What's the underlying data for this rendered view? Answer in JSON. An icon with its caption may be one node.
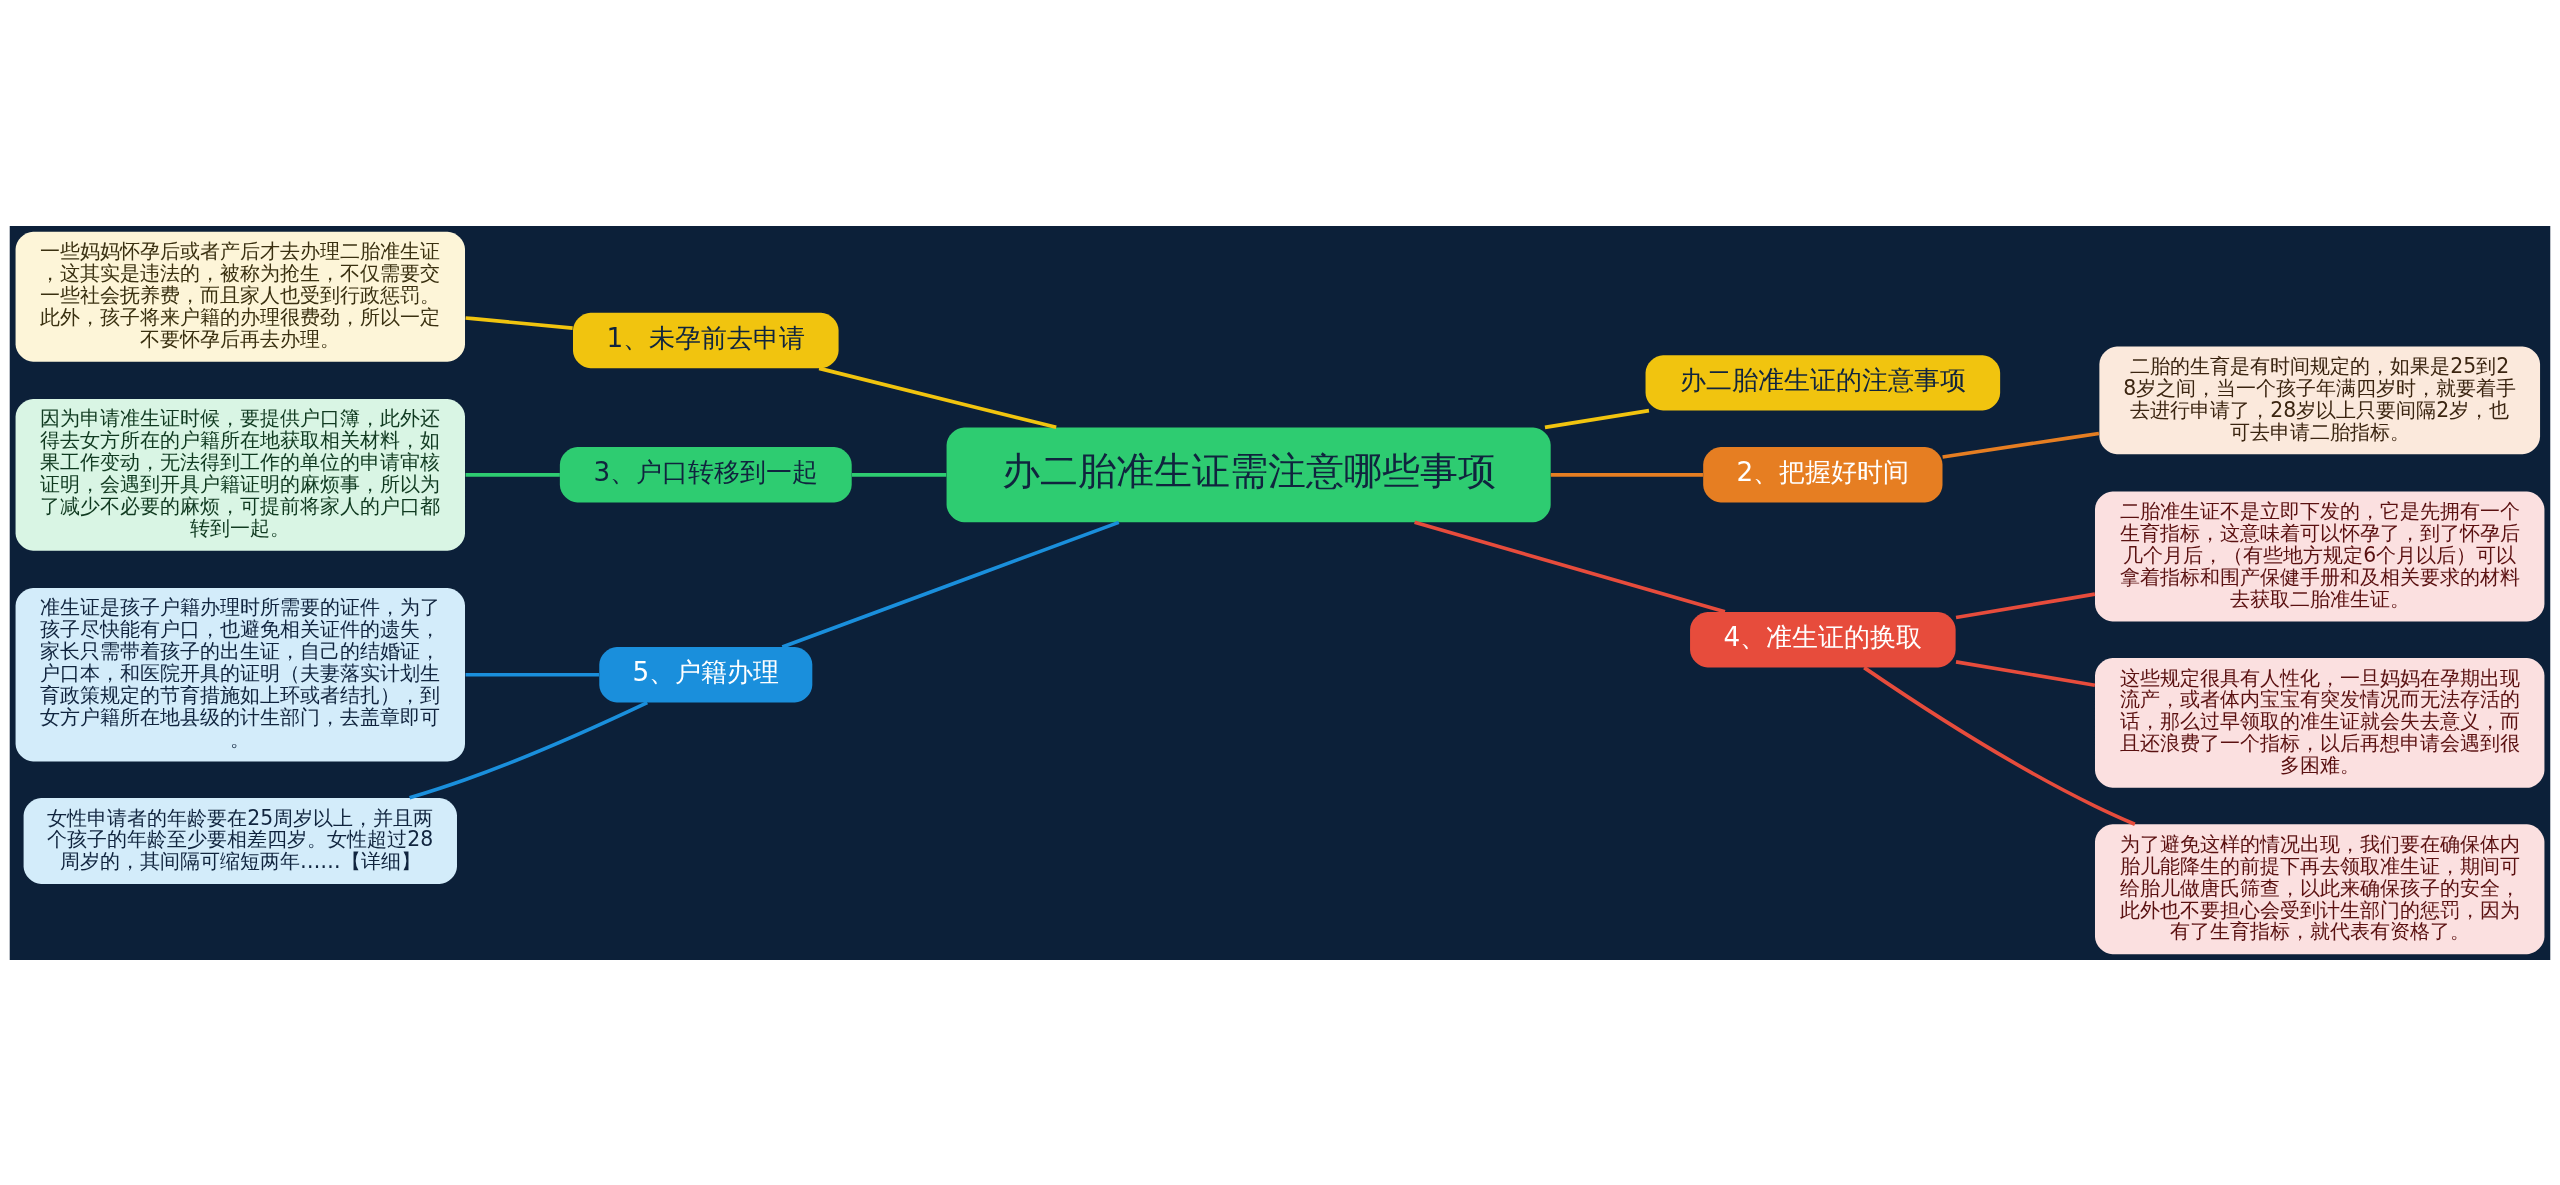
{
  "diagram": {
    "nodes": [
      {
        "text": [
          "办二胎准生证需注意哪些事项"
        ]
      },
      {
        "text": [
          "办二胎准生证的注意事项"
        ]
      },
      {
        "text": [
          "2、把握好时间"
        ]
      },
      {
        "text": [
          "二胎的生育是有时间规定的，如果是25到28岁之间，当一个孩子年满四岁时，就要着手去进行申请了，28岁以上只要间隔2岁，也可去申请二胎指标。"
        ]
      },
      {
        "text": [
          "4、准生证的换取"
        ]
      },
      {
        "text": [
          "二胎准生证不是立即下发的，它是先拥有一个生育指标，这意味着可以怀孕了，到了怀孕后几个月后，（有些地方规定6个月以后）可以拿着指标和围产保健手册和及相关要求的材料去获取二胎准生证。"
        ]
      },
      {
        "text": [
          "这些规定很具有人性化，一旦妈妈在孕期出现流产，或者体内宝宝有突发情况而无法存活的话，那么过早领取的准生证就会失去意义，而且还浪费了一个指标，以后再想申请会遇到很多困难。"
        ]
      },
      {
        "text": [
          "为了避免这样的情况出现，我们要在确保体内胎儿能降生的前提下再去领取准生证，期间可给胎儿做唐氏筛查，以此来确保孩子的安全，此外也不要担心会受到计生部门的惩罚，因为有了生育指标，就代表有资格了。"
        ]
      },
      {
        "text": [
          "1、未孕前去申请"
        ]
      },
      {
        "text": [
          "一些妈妈怀孕后或者产后才去办理二胎准生证，这其实是违法的，被称为抢生，不仅需要交一些社会抚养费，而且家人也受到行政惩罚。此外，孩子将来户籍的办理很费劲，所以一定不要怀孕后再去办理。"
        ]
      },
      {
        "text": [
          "3、户口转移到一起"
        ]
      },
      {
        "text": [
          "因为申请准生证时候，要提供户口簿，此外还得去女方所在的户籍所在地获取相关材料，如果工作变动，无法得到工作的单位的申请审核证明，会遇到开具户籍证明的麻烦事，所以为了减少不必要的麻烦，可提前将家人的户口都转到一起。"
        ]
      },
      {
        "text": [
          "5、户籍办理"
        ]
      },
      {
        "text": [
          "准生证是孩子户籍办理时所需要的证件，为了孩子尽快能有户口，也避免相关证件的遗失，家长只需带着孩子的出生证，自己的结婚证，户口本，和医院开具的证明（夫妻落实计划生育政策规定的节育措施如上环或者结扎），到女方户籍所在地县级的计生部门，去盖章即可。"
        ]
      },
      {
        "text": [
          "女性申请者的年龄要在25周岁以上，并且两个孩子的年龄至少要相差四岁。女性超过28周岁的，其间隔可缩短两年……【详细】"
        ]
      }
    ],
    "edges": [
      {
        "from": 0,
        "to": 1,
        "arrow": "none",
        "color": "#f1c40f"
      },
      {
        "from": 0,
        "to": 2,
        "arrow": "none",
        "color": "#e67e22"
      },
      {
        "from": 2,
        "to": 3,
        "arrow": "none",
        "color": "#e67e22"
      },
      {
        "from": 0,
        "to": 4,
        "arrow": "none",
        "color": "#e74c3c"
      },
      {
        "from": 4,
        "to": 5,
        "arrow": "none",
        "color": "#e74c3c"
      },
      {
        "from": 4,
        "to": 6,
        "arrow": "none",
        "color": "#e74c3c"
      },
      {
        "from": 4,
        "to": 7,
        "arrow": "none",
        "color": "#e74c3c"
      },
      {
        "from": 0,
        "to": 8,
        "arrow": "none",
        "color": "#f1c40f"
      },
      {
        "from": 8,
        "to": 9,
        "arrow": "none",
        "color": "#f1c40f"
      },
      {
        "from": 0,
        "to": 10,
        "arrow": "none",
        "color": "#2ecc71"
      },
      {
        "from": 10,
        "to": 11,
        "arrow": "none",
        "color": "#2ecc71"
      },
      {
        "from": 0,
        "to": 12,
        "arrow": "none",
        "color": "#1a8fdc"
      },
      {
        "from": 12,
        "to": 13,
        "arrow": "none",
        "color": "#1a8fdc"
      },
      {
        "from": 12,
        "to": 14,
        "arrow": "none",
        "color": "#1a8fdc"
      }
    ]
  }
}
